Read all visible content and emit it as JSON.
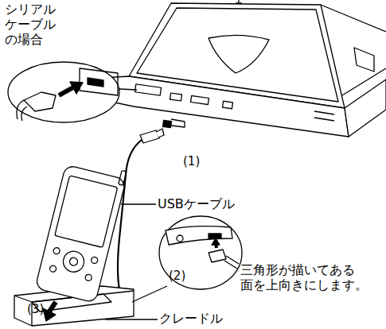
{
  "diagram": {
    "labels": [
      "シリアル ケーブル の場合",
      "(1)",
      "USBケーブル",
      "(2)",
      "三角形が描いてある 面を上向きにします。",
      "(3)",
      "クレードル"
    ]
  }
}
